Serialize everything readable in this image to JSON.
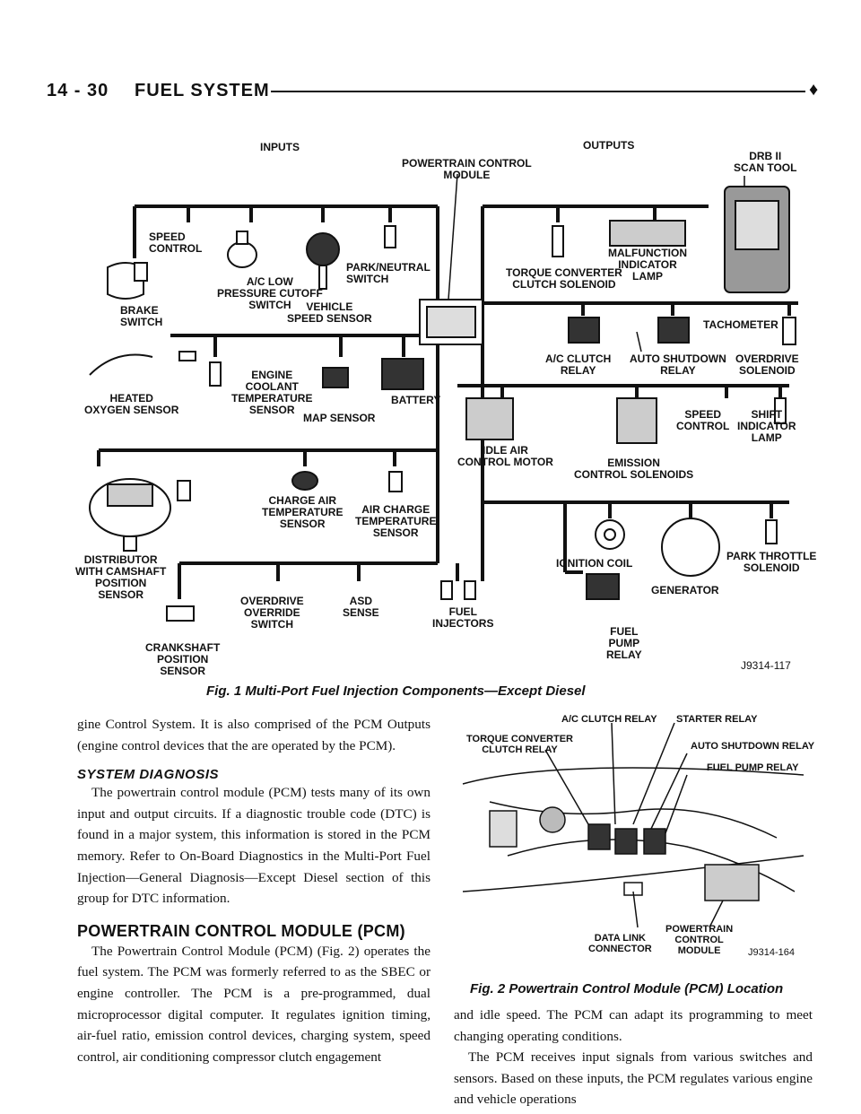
{
  "header": {
    "page_number": "14 - 30",
    "section_title": "FUEL SYSTEM",
    "marker": "♦"
  },
  "figure1": {
    "inputs_heading": "INPUTS",
    "outputs_heading": "OUTPUTS",
    "pcm_label": "POWERTRAIN CONTROL\nMODULE",
    "drb_label": "DRB II\nSCAN TOOL",
    "speed_control_in": "SPEED\nCONTROL",
    "ac_low": "A/C LOW\nPRESSURE CUTOFF\nSWITCH",
    "park_neutral": "PARK/NEUTRAL\nSWITCH",
    "vehicle_speed": "VEHICLE\nSPEED SENSOR",
    "brake_switch": "BRAKE\nSWITCH",
    "heated_o2": "HEATED\nOXYGEN SENSOR",
    "coolant_temp": "ENGINE\nCOOLANT\nTEMPERATURE\nSENSOR",
    "map_sensor": "MAP SENSOR",
    "battery": "BATTERY",
    "distributor": "DISTRIBUTOR\nWITH CAMSHAFT\nPOSITION\nSENSOR",
    "charge_air": "CHARGE AIR\nTEMPERATURE\nSENSOR",
    "air_charge": "AIR CHARGE\nTEMPERATURE\nSENSOR",
    "overdrive_override": "OVERDRIVE\nOVERRIDE\nSWITCH",
    "asd_sense": "ASD\nSENSE",
    "crankshaft": "CRANKSHAFT\nPOSITION\nSENSOR",
    "fuel_injectors": "FUEL\nINJECTORS",
    "torque_converter": "TORQUE CONVERTER\nCLUTCH SOLENOID",
    "malfunction_lamp": "MALFUNCTION\nINDICATOR\nLAMP",
    "tachometer": "TACHOMETER",
    "ac_clutch": "A/C CLUTCH\nRELAY",
    "auto_shutdown": "AUTO SHUTDOWN\nRELAY",
    "overdrive_solenoid": "OVERDRIVE\nSOLENOID",
    "idle_air": "IDLE AIR\nCONTROL MOTOR",
    "emission": "EMISSION\nCONTROL SOLENOIDS",
    "speed_control_out": "SPEED\nCONTROL",
    "shift_lamp": "SHIFT\nINDICATOR\nLAMP",
    "ignition_coil": "IGNITION COIL",
    "generator": "GENERATOR",
    "park_throttle": "PARK THROTTLE\nSOLENOID",
    "fuel_pump": "FUEL\nPUMP\nRELAY",
    "figure_id": "J9314-117",
    "caption": "Fig. 1 Multi-Port Fuel Injection Components—Except Diesel"
  },
  "figure2": {
    "ac_clutch_relay": "A/C CLUTCH RELAY",
    "starter_relay": "STARTER RELAY",
    "torque_converter_relay": "TORQUE CONVERTER\nCLUTCH RELAY",
    "auto_shutdown_relay": "AUTO SHUTDOWN RELAY",
    "fuel_pump_relay": "FUEL PUMP RELAY",
    "data_link": "DATA LINK\nCONNECTOR",
    "pcm": "POWERTRAIN\nCONTROL\nMODULE",
    "figure_id": "J9314-164",
    "caption": "Fig. 2 Powertrain Control Module (PCM) Location"
  },
  "text": {
    "intro_continued": "gine Control System. It is also comprised of the PCM Outputs (engine control devices that the are operated by the PCM).",
    "system_diagnosis_heading": "SYSTEM DIAGNOSIS",
    "system_diagnosis_body": "The powertrain control module (PCM) tests many of its own input and output circuits. If a diagnostic trouble code (DTC) is found in a major system, this information is stored in the PCM memory. Refer to On-Board Diagnostics in the Multi-Port Fuel Injection—General Diagnosis—Except Diesel section of this group for DTC information.",
    "pcm_heading": "POWERTRAIN CONTROL MODULE (PCM)",
    "pcm_body": "The Powertrain Control Module (PCM) (Fig. 2) operates the fuel system. The PCM was formerly referred to as the SBEC or engine controller. The PCM is a pre-programmed, dual microprocessor digital computer. It regulates ignition timing, air-fuel ratio, emission control devices, charging system, speed control, air conditioning compressor clutch engagement",
    "right_col_p1": "and idle speed. The PCM can adapt its programming to meet changing operating conditions.",
    "right_col_p2": "The PCM receives input signals from various switches and sensors. Based on these inputs, the PCM regulates various engine and vehicle operations"
  }
}
